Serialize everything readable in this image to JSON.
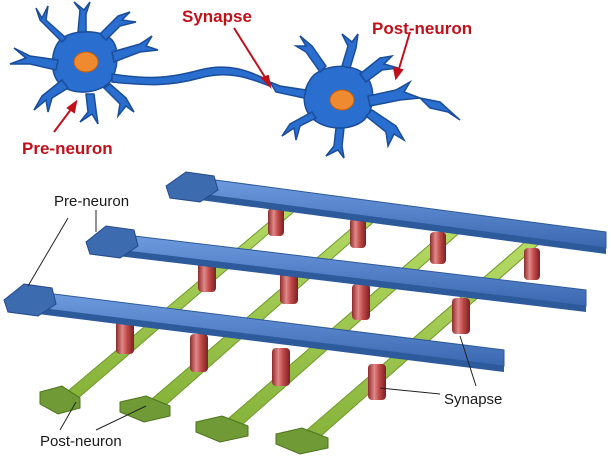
{
  "bio_labels": {
    "pre_neuron": "Pre-neuron",
    "synapse": "Synapse",
    "post_neuron": "Post-neuron"
  },
  "crossbar_labels": {
    "pre_neuron": "Pre-neuron",
    "synapse": "Synapse",
    "post_neuron": "Post-neuron"
  },
  "colors": {
    "neuron_body": "#2a6fcf",
    "neuron_nucleus": "#f08a30",
    "label_red": "#c0101a",
    "bar_top": "#4a7cc4",
    "bar_dark": "#2d5a9a",
    "pad_top": "#3d6bb0",
    "wire_top": "#9dc94a",
    "wire_dark": "#6f9a2a",
    "pad_green": "#6f9a35",
    "pillar": "#c44b4b",
    "pillar_dark": "#8e2a2a"
  }
}
